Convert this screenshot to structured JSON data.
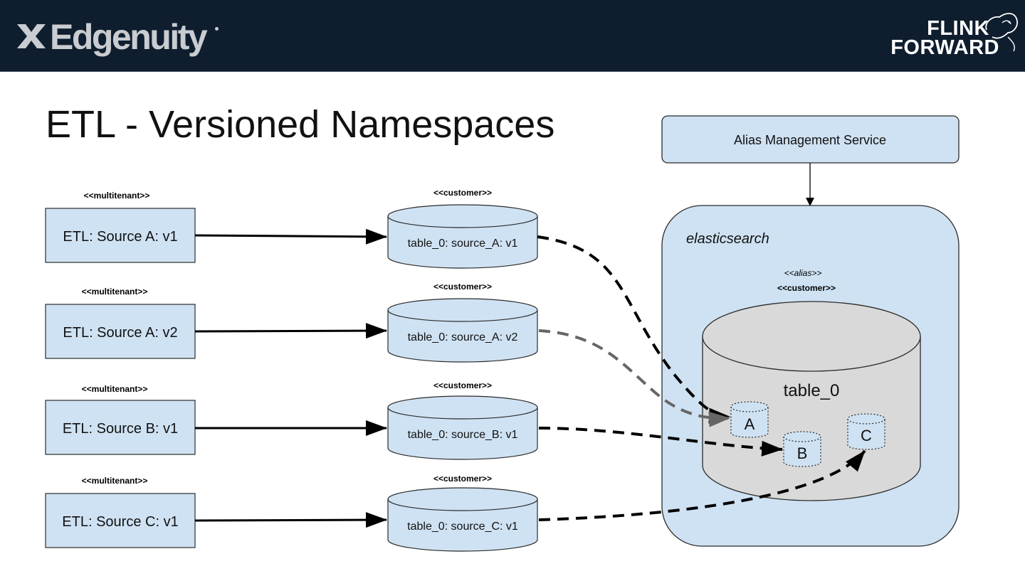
{
  "header": {
    "brand": "Edgenuity",
    "event_line_1": "FLINK",
    "event_line_2": "FORWARD",
    "colors": {
      "banner": "#0f1e2e",
      "brand_text": "#c9ccd0",
      "event_text": "#ffffff"
    }
  },
  "title": "ETL - Versioned Namespaces",
  "etl_jobs": [
    {
      "stereotype": "<<multitenant>>",
      "label": "ETL: Source A: v1"
    },
    {
      "stereotype": "<<multitenant>>",
      "label": "ETL: Source A: v2"
    },
    {
      "stereotype": "<<multitenant>>",
      "label": "ETL: Source B: v1"
    },
    {
      "stereotype": "<<multitenant>>",
      "label": "ETL: Source C: v1"
    }
  ],
  "tables": [
    {
      "stereotype": "<<customer>>",
      "label": "table_0: source_A: v1"
    },
    {
      "stereotype": "<<customer>>",
      "label": "table_0: source_A: v2"
    },
    {
      "stereotype": "<<customer>>",
      "label": "table_0: source_B: v1"
    },
    {
      "stereotype": "<<customer>>",
      "label": "table_0: source_C: v1"
    }
  ],
  "alias_service": {
    "label": "Alias Management Service"
  },
  "cluster": {
    "label": "elasticsearch",
    "alias_stereotype": "<<alias>>",
    "customer_stereotype": "<<customer>>",
    "table_label": "table_0",
    "shards": [
      "A",
      "B",
      "C"
    ]
  },
  "colors": {
    "box_fill": "#cfe2f3",
    "box_stroke": "#2b2b2b",
    "cluster_fill": "#cfe2f3",
    "table_fill": "#d9d9d9",
    "arrow_solid": "#000000",
    "arrow_dashed": "#000000",
    "arrow_dashed_grey": "#666666"
  }
}
